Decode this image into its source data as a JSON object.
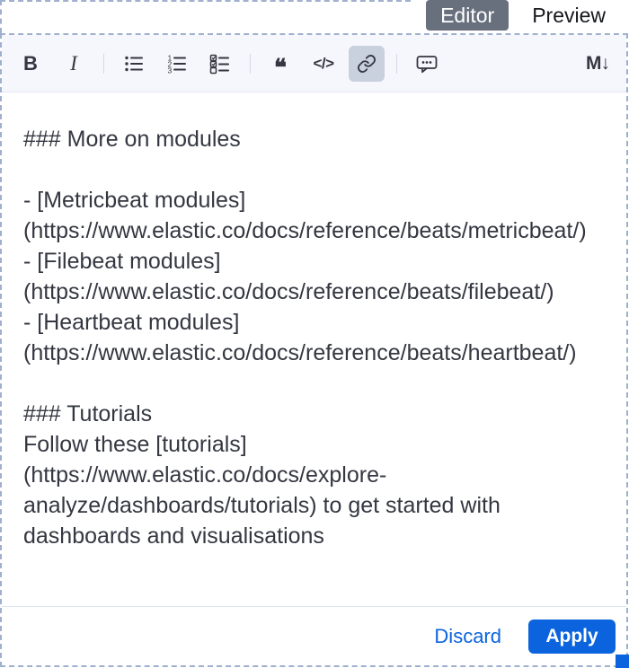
{
  "tabs": {
    "editor": "Editor",
    "preview": "Preview",
    "selected": "Editor"
  },
  "toolbar": {
    "bold_glyph": "B",
    "italic_glyph": "I",
    "quote_glyph": "❝",
    "code_glyph": "</>",
    "markdown_glyph": "M↓",
    "buttons": [
      "bold",
      "italic",
      "unordered-list",
      "ordered-list",
      "task-list",
      "quote",
      "code",
      "link",
      "comment",
      "markdown-syntax"
    ],
    "active_button": "link"
  },
  "editor": {
    "content_lines": [
      "### More on modules",
      "",
      "- [Metricbeat modules]",
      "(https://www.elastic.co/docs/reference/beats/metricbeat/)",
      "- [Filebeat modules]",
      "(https://www.elastic.co/docs/reference/beats/filebeat/)",
      "- [Heartbeat modules]",
      "(https://www.elastic.co/docs/reference/beats/heartbeat/)",
      "",
      "### Tutorials",
      "Follow these [tutorials]",
      "(https://www.elastic.co/docs/explore-",
      "analyze/dashboards/tutorials) to get started with",
      "dashboards and visualisations"
    ]
  },
  "footer": {
    "discard_label": "Discard",
    "apply_label": "Apply"
  },
  "colors": {
    "primary": "#0B64DD",
    "selected_tab_bg": "#69707D",
    "toolbar_bg": "#F5F7FC",
    "active_button_bg": "#C9D0DE",
    "dashed_border": "#9FB0CE",
    "text": "#343741"
  }
}
